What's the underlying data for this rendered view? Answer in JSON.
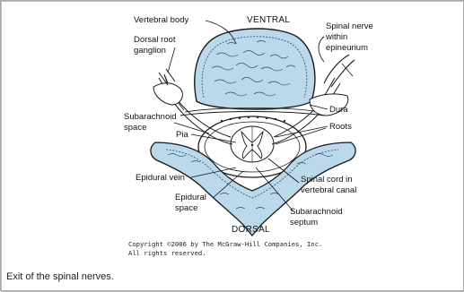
{
  "diagram": {
    "labels": {
      "vertebral_body": "Vertebral body",
      "ventral": "VENTRAL",
      "spinal_nerve_l1": "Spinal nerve",
      "spinal_nerve_l2": "within",
      "spinal_nerve_l3": "epineurium",
      "dorsal_root_l1": "Dorsal root",
      "dorsal_root_l2": "ganglion",
      "dura": "Dura",
      "subarachnoid_space_l1": "Subarachnoid",
      "subarachnoid_space_l2": "space",
      "roots": "Roots",
      "pia": "Pia",
      "epidural_vein": "Epidural vein",
      "spinal_cord_l1": "Spinal cord in",
      "spinal_cord_l2": "vertebral canal",
      "epidural_space_l1": "Epidural",
      "epidural_space_l2": "space",
      "subarachnoid_septum_l1": "Subarachnoid",
      "subarachnoid_septum_l2": "septum",
      "dorsal": "DORSAL"
    },
    "copyright_l1": "Copyright ©2006 by The McGraw-Hill Companies, Inc.",
    "copyright_l2": "All rights reserved.",
    "colors": {
      "bone_fill": "#bcd9ec",
      "outline": "#1a1a1a"
    }
  },
  "caption": "Exit of the spinal nerves."
}
